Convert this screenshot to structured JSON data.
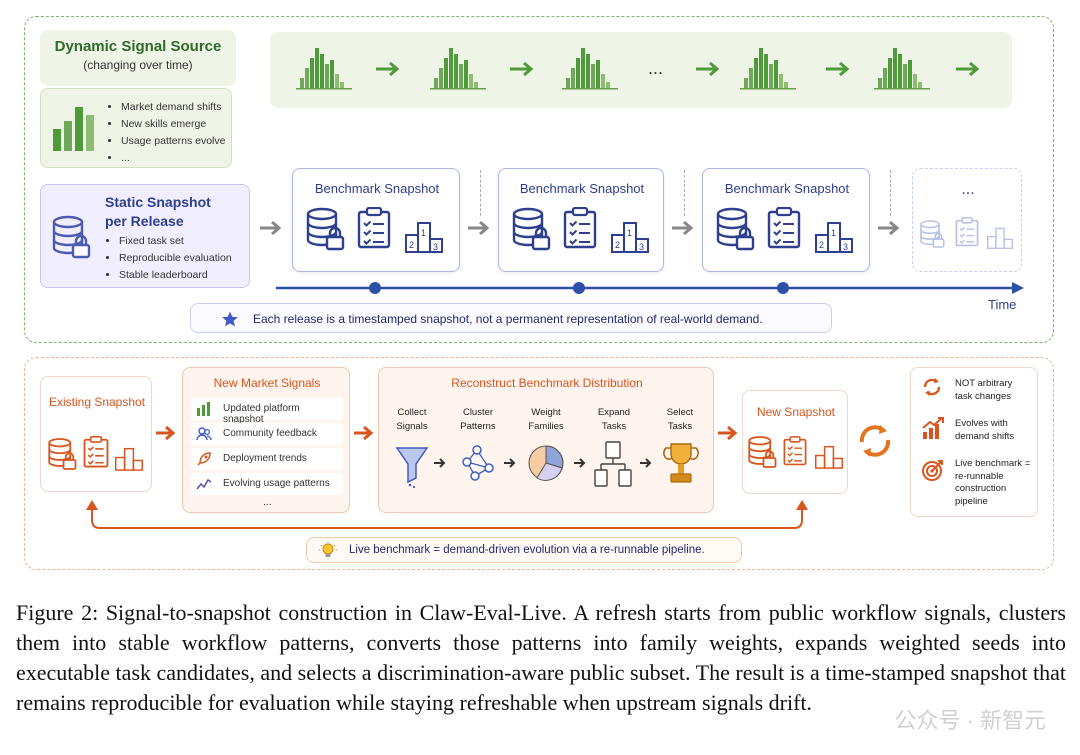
{
  "signal_source": {
    "title": "Dynamic Signal Source",
    "subtitle": "(changing over time)",
    "bullets": [
      "Market demand shifts",
      "New skills emerge",
      "Usage patterns evolve",
      "..."
    ]
  },
  "signal_strip": {
    "ellipsis": "..."
  },
  "static_snapshot": {
    "title_line1": "Static Snapshot",
    "title_line2": "per Release",
    "bullets": [
      "Fixed task set",
      "Reproducible evaluation",
      "Stable leaderboard"
    ]
  },
  "benchmark_snapshots": [
    {
      "label": "Benchmark Snapshot"
    },
    {
      "label": "Benchmark Snapshot"
    },
    {
      "label": "Benchmark Snapshot"
    }
  ],
  "ghost_snapshot": {
    "label": "..."
  },
  "podium_numbers": [
    "2",
    "1",
    "3"
  ],
  "timeline": {
    "label": "Time"
  },
  "release_note": "Each release is a timestamped snapshot, not a permanent representation of real-world demand.",
  "existing_snapshot": {
    "label": "Existing Snapshot"
  },
  "market_signals": {
    "title": "New Market Signals",
    "items": [
      "Updated platform snapshot",
      "Community feedback",
      "Deployment trends",
      "Evolving usage patterns"
    ],
    "ellipsis": "..."
  },
  "reconstruct": {
    "title": "Reconstruct Benchmark Distribution",
    "steps": [
      {
        "line1": "Collect",
        "line2": "Signals"
      },
      {
        "line1": "Cluster",
        "line2": "Patterns"
      },
      {
        "line1": "Weight",
        "line2": "Families"
      },
      {
        "line1": "Expand",
        "line2": "Tasks"
      },
      {
        "line1": "Select",
        "line2": "Tasks"
      }
    ]
  },
  "new_snapshot": {
    "label": "New Snapshot"
  },
  "properties": [
    {
      "line1": "NOT arbitrary",
      "line2": "task changes"
    },
    {
      "line1": "Evolves with",
      "line2": "demand shifts"
    },
    {
      "line1": "Live benchmark =",
      "line2": "re-runnable",
      "line3": "construction",
      "line4": "pipeline"
    }
  ],
  "live_note": "Live benchmark = demand-driven evolution via a re-runnable pipeline.",
  "caption": "Figure 2: Signal-to-snapshot construction in Claw-Eval-Live. A refresh starts from public workflow signals, clusters them into stable workflow patterns, converts those patterns into family weights, expands weighted seeds into executable task candidates, and selects a discrimination-aware public subset. The result is a time-stamped snapshot that remains reproducible for evaluation while staying refreshable when upstream signals drift.",
  "watermark": "公众号 · 新智元",
  "colors": {
    "green": "#4f9a3b",
    "blue": "#2e3f8f",
    "orange": "#d9541e",
    "purple": "#5b4fa8"
  }
}
